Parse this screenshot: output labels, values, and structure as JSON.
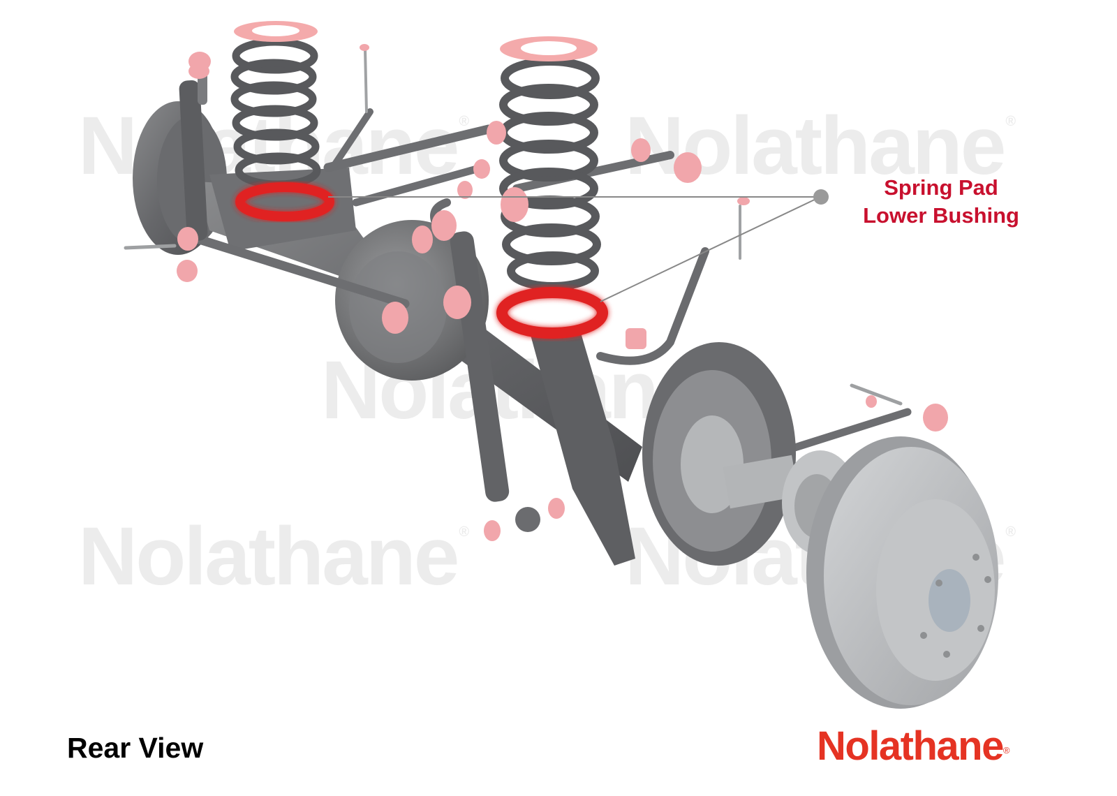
{
  "diagram": {
    "view_label": "Rear View",
    "brand": {
      "name": "Nolathane",
      "registered_mark": "®",
      "color": "#e53323"
    },
    "watermark": {
      "text": "Nolathane",
      "registered_mark": "®",
      "color": "#ececec",
      "count": 5
    },
    "callout": {
      "lines": [
        "Spring Pad",
        "Lower Bushing"
      ],
      "color": "#c8102e",
      "leader_color": "#888888",
      "targets": [
        "upper-left spring pad ring",
        "lower-center spring pad ring"
      ]
    },
    "components": [
      "coil springs (2)",
      "upper spring pads (pink, 2)",
      "lower spring pads (red, highlighted, 2)",
      "shock absorbers (2)",
      "trailing arms / control arms",
      "sway bar with end links",
      "axle housing with differential",
      "brake backing plates",
      "wheel hub",
      "brake rotors (2)",
      "polyurethane bushings (pink)"
    ],
    "colors": {
      "metal_dark": "#5a5a5c",
      "metal_mid": "#77787a",
      "metal_light": "#a9abad",
      "rotor": "#b9bbbd",
      "bushing_pink": "#f1a6ab",
      "pad_red": "#e02020",
      "pad_pink": "#f4aaab"
    }
  }
}
